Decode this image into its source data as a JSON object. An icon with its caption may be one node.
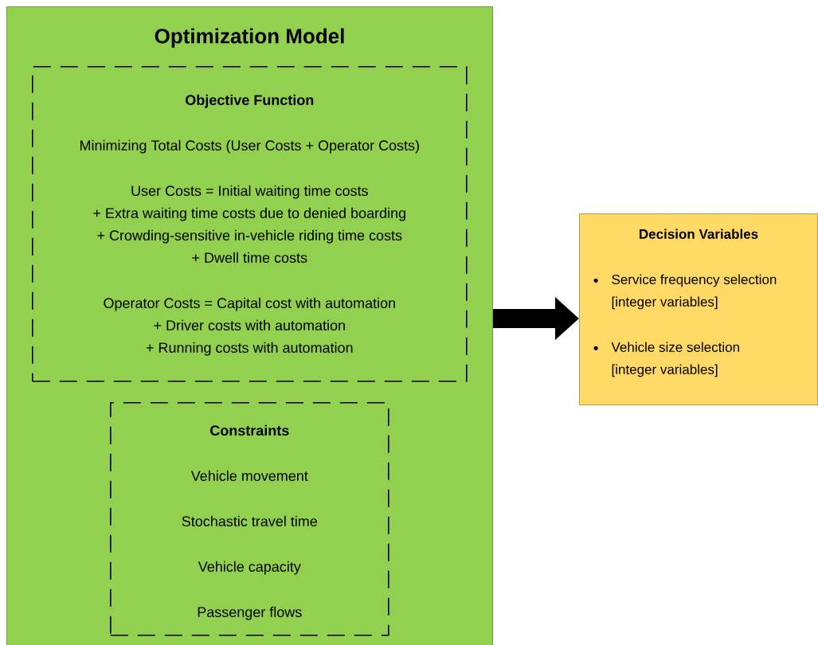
{
  "diagram": {
    "nodes": [
      {
        "text": [
          "Optimization Model"
        ]
      },
      {
        "text": [
          "Objective Function",
          "Minimizing Total Costs (User Costs + Operator Costs)",
          "User  Costs = Initial waiting time costs + Extra waiting time costs due to denied boarding + Crowding-sensitive in-vehicle riding time costs + Dwell time costs",
          "Operator Costs = Capital cost with automation + Driver costs with automation + Running costs with automation"
        ],
        "in": 0
      },
      {
        "text": [
          "Constraints",
          "Vehicle movement",
          "Stochastic travel time",
          "Vehicle capacity",
          "Passenger flows"
        ],
        "in": 0
      },
      {
        "text": [
          "Decision Variables",
          "Service frequency selection [integer variables]",
          "Vehicle size selection [integer variables]"
        ]
      }
    ],
    "edges": [
      {
        "from": 0,
        "to": 3,
        "arrow": "to"
      }
    ]
  }
}
